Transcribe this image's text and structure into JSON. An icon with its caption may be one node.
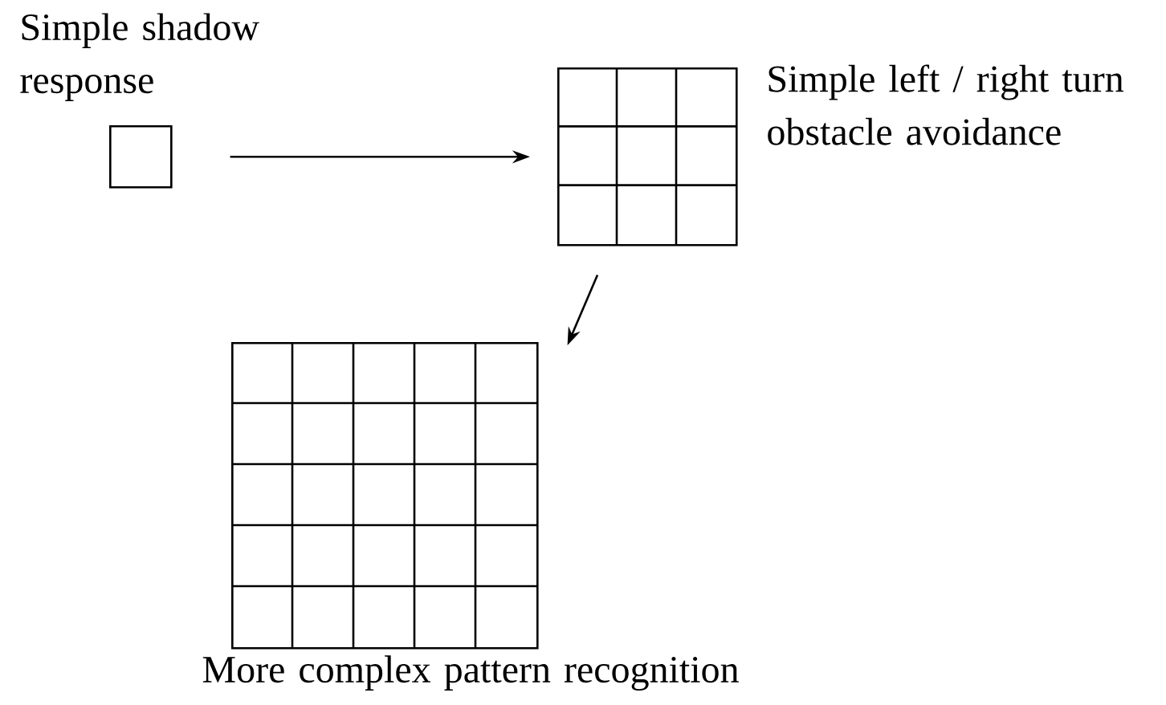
{
  "diagram": {
    "nodes": [
      {
        "text": [
          "Simple shadow response"
        ]
      },
      {
        "text": [
          "Simple left / right turn obstacle avoidance"
        ]
      },
      {
        "text": [
          "More complex pattern recognition"
        ]
      }
    ],
    "edges": [
      {
        "from": 0,
        "to": 1,
        "arrow": "to"
      },
      {
        "from": 1,
        "to": 2,
        "arrow": "to"
      }
    ]
  }
}
